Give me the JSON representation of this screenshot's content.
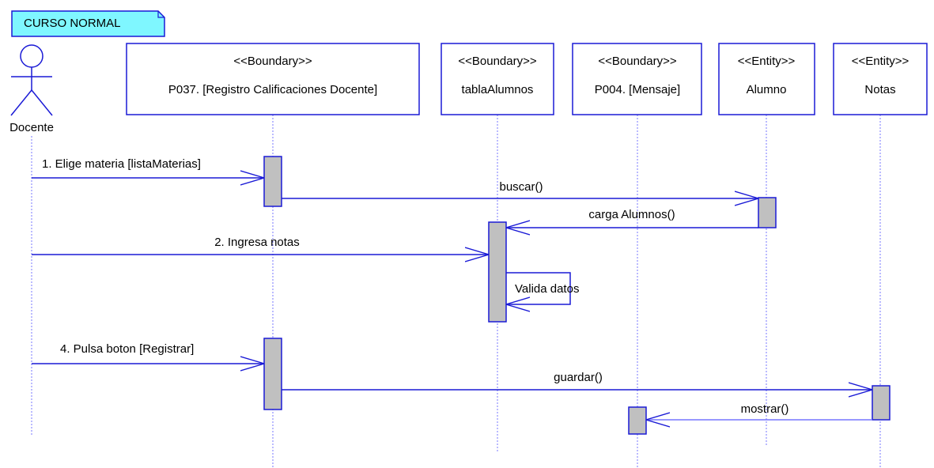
{
  "frame_label": "CURSO NORMAL",
  "actor": {
    "name": "Docente"
  },
  "lifelines": [
    {
      "stereotype": "<<Boundary>>",
      "name": "P037. [Registro Calificaciones Docente]"
    },
    {
      "stereotype": "<<Boundary>>",
      "name": "tablaAlumnos"
    },
    {
      "stereotype": "<<Boundary>>",
      "name": "P004. [Mensaje]"
    },
    {
      "stereotype": "<<Entity>>",
      "name": "Alumno"
    },
    {
      "stereotype": "<<Entity>>",
      "name": "Notas"
    }
  ],
  "messages": [
    {
      "label": "1. Elige materia [listaMaterias]",
      "type": "sync"
    },
    {
      "label": "buscar()",
      "type": "sync"
    },
    {
      "label": "carga Alumnos()",
      "type": "sync"
    },
    {
      "label": "2. Ingresa notas",
      "type": "sync"
    },
    {
      "label": "Valida datos",
      "type": "self"
    },
    {
      "label": "4. Pulsa boton [Registrar]",
      "type": "sync"
    },
    {
      "label": "guardar()",
      "type": "sync"
    },
    {
      "label": "mostrar()",
      "type": "sync"
    }
  ],
  "colors": {
    "line": "#1a1ad6",
    "activation_fill": "#c0c0c0",
    "frame_tag_fill": "#7ff7ff",
    "lifeline_dash": "#7777ff"
  }
}
